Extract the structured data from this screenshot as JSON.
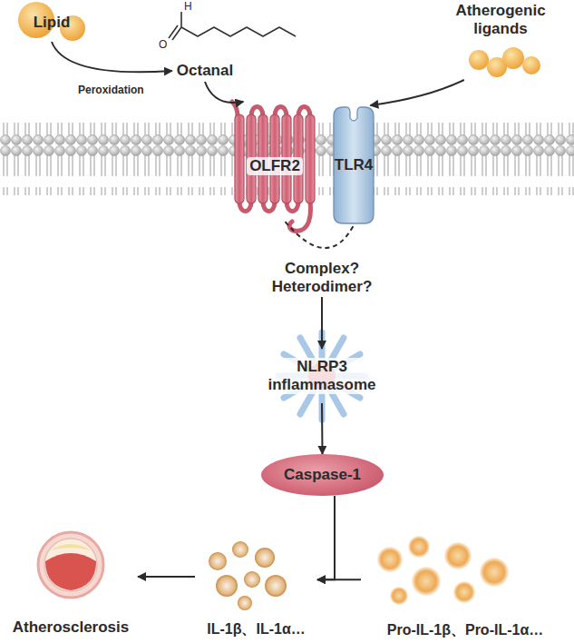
{
  "diagram": {
    "nodes": [
      {
        "text": [
          "Lipid"
        ]
      },
      {
        "text": [
          "Octanal"
        ]
      },
      {
        "text": [
          "Atherogenic ligands"
        ]
      },
      {
        "text": [
          "OLFR2"
        ]
      },
      {
        "text": [
          "TLR4"
        ]
      },
      {
        "text": [
          "Complex? Heterodimer?"
        ]
      },
      {
        "text": [
          "NLRP3 inflammasome"
        ]
      },
      {
        "text": [
          "Caspase-1"
        ]
      },
      {
        "text": [
          "Atherosclerosis"
        ]
      },
      {
        "text": [
          "IL-1β、IL-1α…"
        ]
      },
      {
        "text": [
          "Pro-IL-1β、Pro-IL-1α…"
        ]
      }
    ],
    "edges": [
      {
        "from": 0,
        "to": 1,
        "label": "Peroxidation",
        "arrow": "to"
      },
      {
        "from": 1,
        "to": 3,
        "arrow": "to"
      },
      {
        "from": 2,
        "to": 4,
        "arrow": "to"
      },
      {
        "from": 3,
        "to": 4,
        "arrow": "none"
      },
      {
        "from": 5,
        "to": 6,
        "arrow": "to"
      },
      {
        "from": 6,
        "to": 7,
        "arrow": "to"
      },
      {
        "from": 7,
        "to": 9,
        "arrow": "to"
      },
      {
        "from": 10,
        "to": 9,
        "arrow": "to"
      },
      {
        "from": 9,
        "to": 8,
        "arrow": "to"
      }
    ],
    "labels": [
      "H",
      "O"
    ]
  }
}
